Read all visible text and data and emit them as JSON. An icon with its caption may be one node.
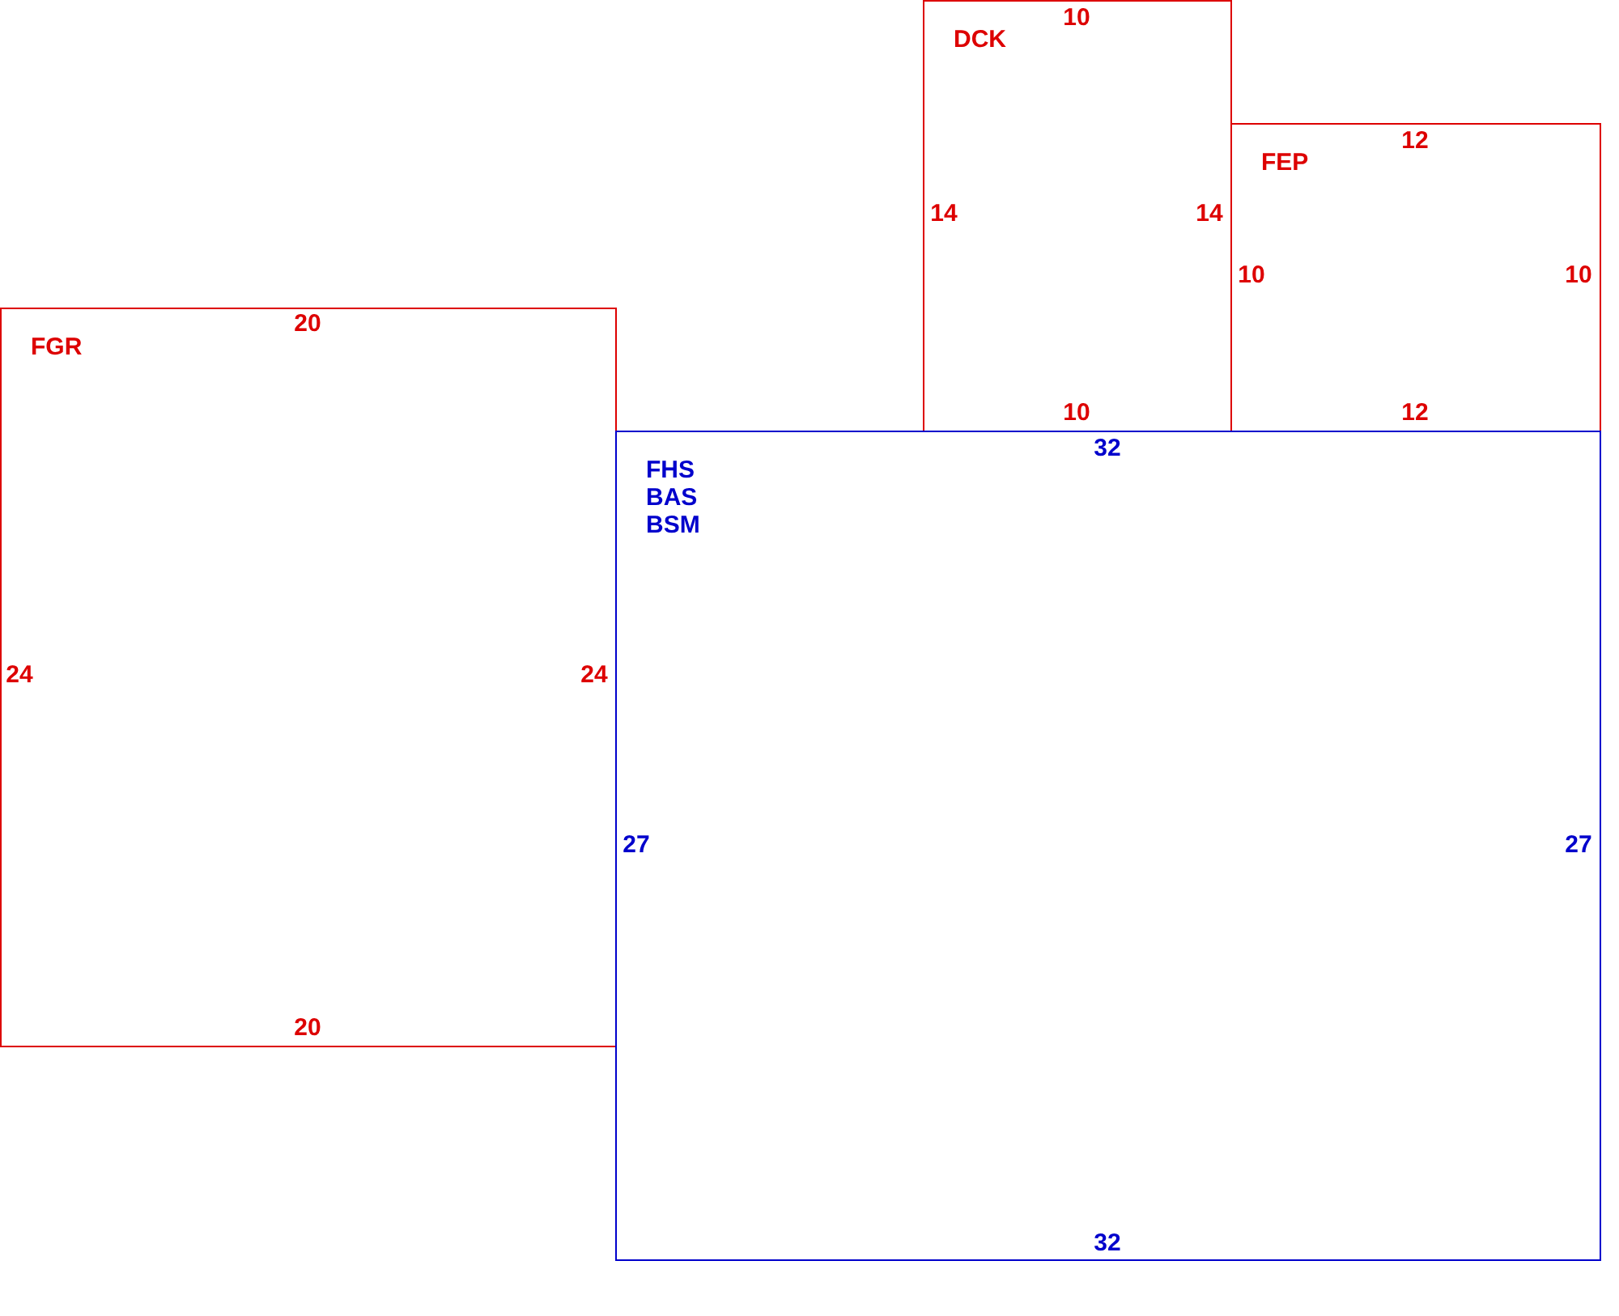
{
  "diagram": {
    "nodes": [
      {
        "text": [
          "FGR"
        ]
      },
      {
        "text": [
          "DCK"
        ]
      },
      {
        "text": [
          "FEP"
        ]
      },
      {
        "text": [
          "FHS BAS BSM"
        ]
      }
    ],
    "labels": [
      "10",
      "12",
      "14",
      "14",
      "10",
      "10",
      "20",
      "10",
      "12",
      "32",
      "24",
      "24",
      "27",
      "27",
      "20",
      "32"
    ]
  }
}
